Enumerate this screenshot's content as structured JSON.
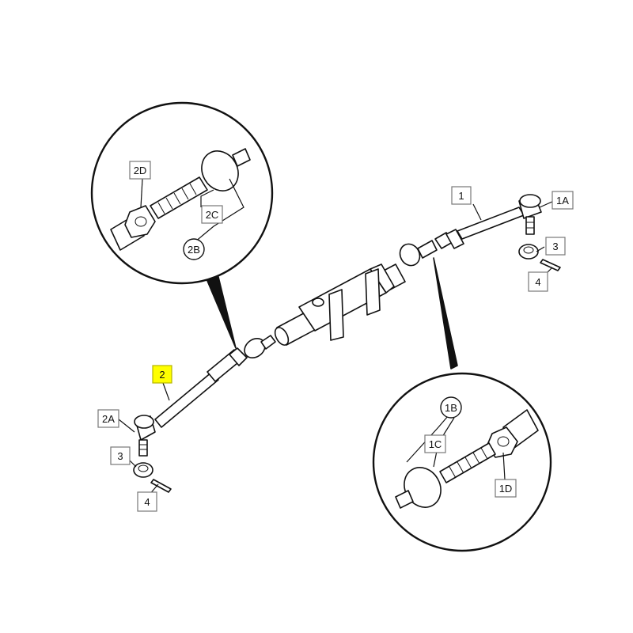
{
  "labels": {
    "l1": "1",
    "l1a": "1A",
    "l1b": "1B",
    "l1c": "1C",
    "l1d": "1D",
    "l2": "2",
    "l2a": "2A",
    "l2b": "2B",
    "l2c": "2C",
    "l2d": "2D",
    "l3_right": "3",
    "l4_right": "4",
    "l3_left": "3",
    "l4_left": "4"
  },
  "colors": {
    "highlight": "#ffff00",
    "line": "#111111",
    "box_border": "#777777"
  }
}
